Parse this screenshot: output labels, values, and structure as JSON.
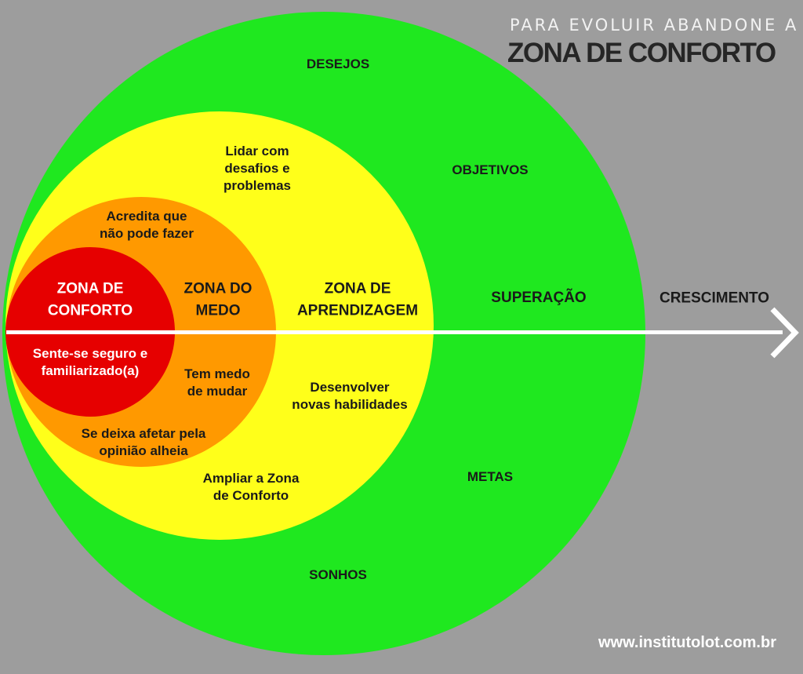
{
  "title": {
    "line1": "PARA EVOLUIR ABANDONE A",
    "line2": "ZONA DE CONFORTO"
  },
  "zones": {
    "comfort": {
      "name": "ZONA DE\nCONFORTO",
      "desc": "Sente-se seguro e\nfamiliarizado(a)"
    },
    "fear": {
      "name": "ZONA DO\nMEDO",
      "item1": "Acredita que\nnão pode fazer",
      "item2": "Tem medo\nde mudar",
      "item3": "Se deixa afetar pela\nopinião alheia"
    },
    "learning": {
      "name": "ZONA DE\nAPRENDIZAGEM",
      "item1": "Lidar com\ndesafios e\nproblemas",
      "item2": "Desenvolver\nnovas habilidades",
      "item3": "Ampliar a Zona\nde Conforto"
    },
    "growth": {
      "name": "SUPERAÇÃO",
      "item1": "DESEJOS",
      "item2": "OBJETIVOS",
      "item3": "METAS",
      "item4": "SONHOS"
    }
  },
  "arrow_label": "CRESCIMENTO",
  "website": "www.institutolot.com.br",
  "colors": {
    "background": "#9d9d9d",
    "growth": "#1fe81f",
    "learning": "#ffff1a",
    "fear": "#ff9900",
    "comfort": "#e60000",
    "arrow": "#ffffff"
  }
}
